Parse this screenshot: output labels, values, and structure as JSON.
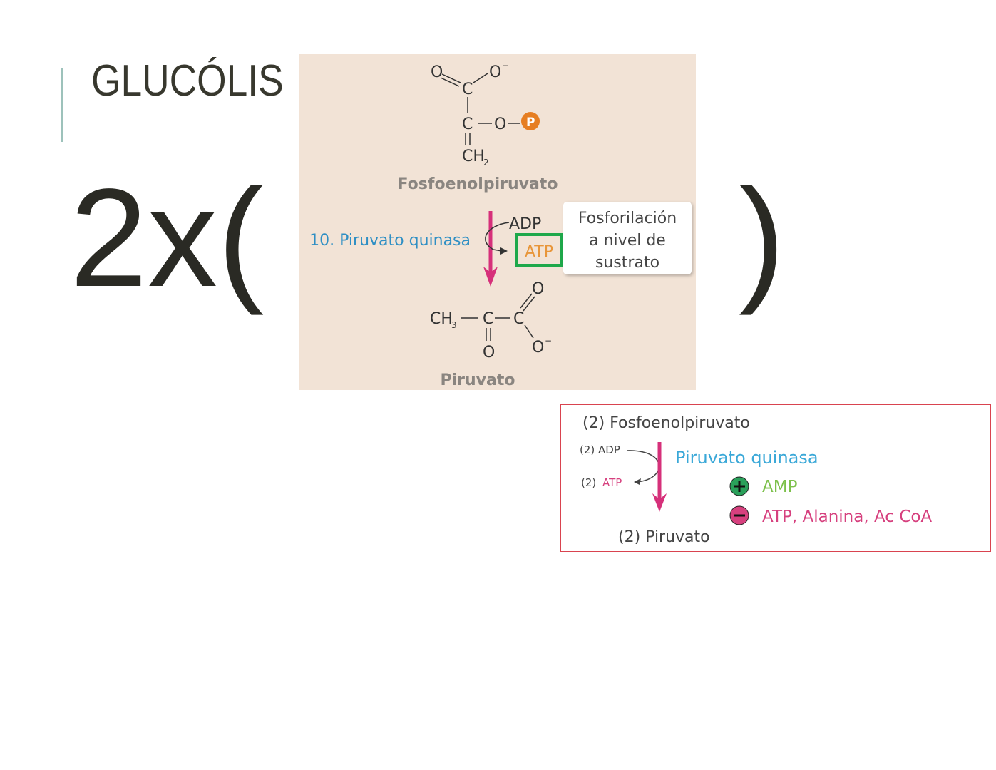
{
  "slide": {
    "title": "GLUCÓLIS",
    "multiplier": "2x(",
    "close_paren": ")"
  },
  "reaction_figure": {
    "substrate_atoms": {
      "o_double": "O",
      "o_minus": "O",
      "c1": "C",
      "c2": "C",
      "o_link": "O",
      "phosphate": "P",
      "ch2": "CH",
      "ch2_sub": "2"
    },
    "substrate_name": "Fosfoenolpiruvato",
    "enzyme": "10. Piruvato quinasa",
    "adp": "ADP",
    "atp": "ATP",
    "callout": [
      "Fosforilación",
      "a nivel de",
      "sustrato"
    ],
    "product_atoms": {
      "ch3": "CH",
      "ch3_sub": "3",
      "c1": "C",
      "c2": "C",
      "o_double_top": "O",
      "o_double_bottom": "O",
      "o_minus": "O"
    },
    "product_name": "Piruvato",
    "colors": {
      "background": "#f2e3d6",
      "arrow": "#d6307a",
      "enzyme": "#2f8fc4",
      "atp": "#e8963a",
      "atp_box": "#1fa84a",
      "phosphate": "#e67e22"
    }
  },
  "summary_box": {
    "substrate": "(2) Fosfoenolpiruvato",
    "adp": "(2) ADP",
    "atp_prefix": "(2)",
    "atp": "ATP",
    "enzyme": "Piruvato quinasa",
    "activator": "AMP",
    "inhibitors": "ATP, Alanina, Ac CoA",
    "product": "(2) Piruvato",
    "activator_icon": "plus-circle-icon",
    "inhibitor_icon": "minus-circle-icon",
    "colors": {
      "border": "#d9434f",
      "enzyme": "#3aa8d8",
      "activator": "#7cc04a",
      "inhibitor": "#d6407e",
      "arrow": "#d6307a"
    }
  }
}
